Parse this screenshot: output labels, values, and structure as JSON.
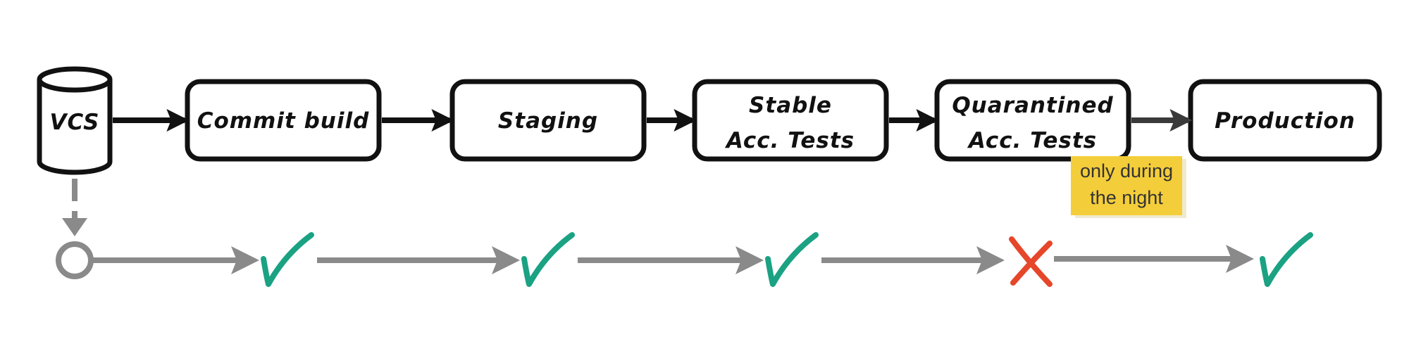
{
  "source": {
    "label": "VCS",
    "icon": "database-cylinder-icon"
  },
  "stages": [
    {
      "id": "commit-build",
      "lines": [
        "Commit build"
      ]
    },
    {
      "id": "staging",
      "lines": [
        "Staging"
      ]
    },
    {
      "id": "stable-acc-tests",
      "lines": [
        "Stable",
        "Acc. Tests"
      ]
    },
    {
      "id": "quarantined-acc-tests",
      "lines": [
        "Quarantined",
        "Acc. Tests"
      ]
    },
    {
      "id": "production",
      "lines": [
        "Production"
      ]
    }
  ],
  "note": {
    "lines": [
      "only during",
      "the night"
    ],
    "color": "#f4cd3a"
  },
  "flow_results": [
    {
      "stage": "commit-build",
      "result": "pass"
    },
    {
      "stage": "staging",
      "result": "pass"
    },
    {
      "stage": "stable-acc-tests",
      "result": "pass"
    },
    {
      "stage": "quarantined-acc-tests",
      "result": "fail"
    },
    {
      "stage": "production",
      "result": "pass"
    }
  ],
  "colors": {
    "box_stroke": "#111111",
    "pipeline_arrow": "#111111",
    "flow_arrow": "#8a8a8a",
    "pass_mark": "#1aa283",
    "fail_mark": "#e6462a"
  }
}
